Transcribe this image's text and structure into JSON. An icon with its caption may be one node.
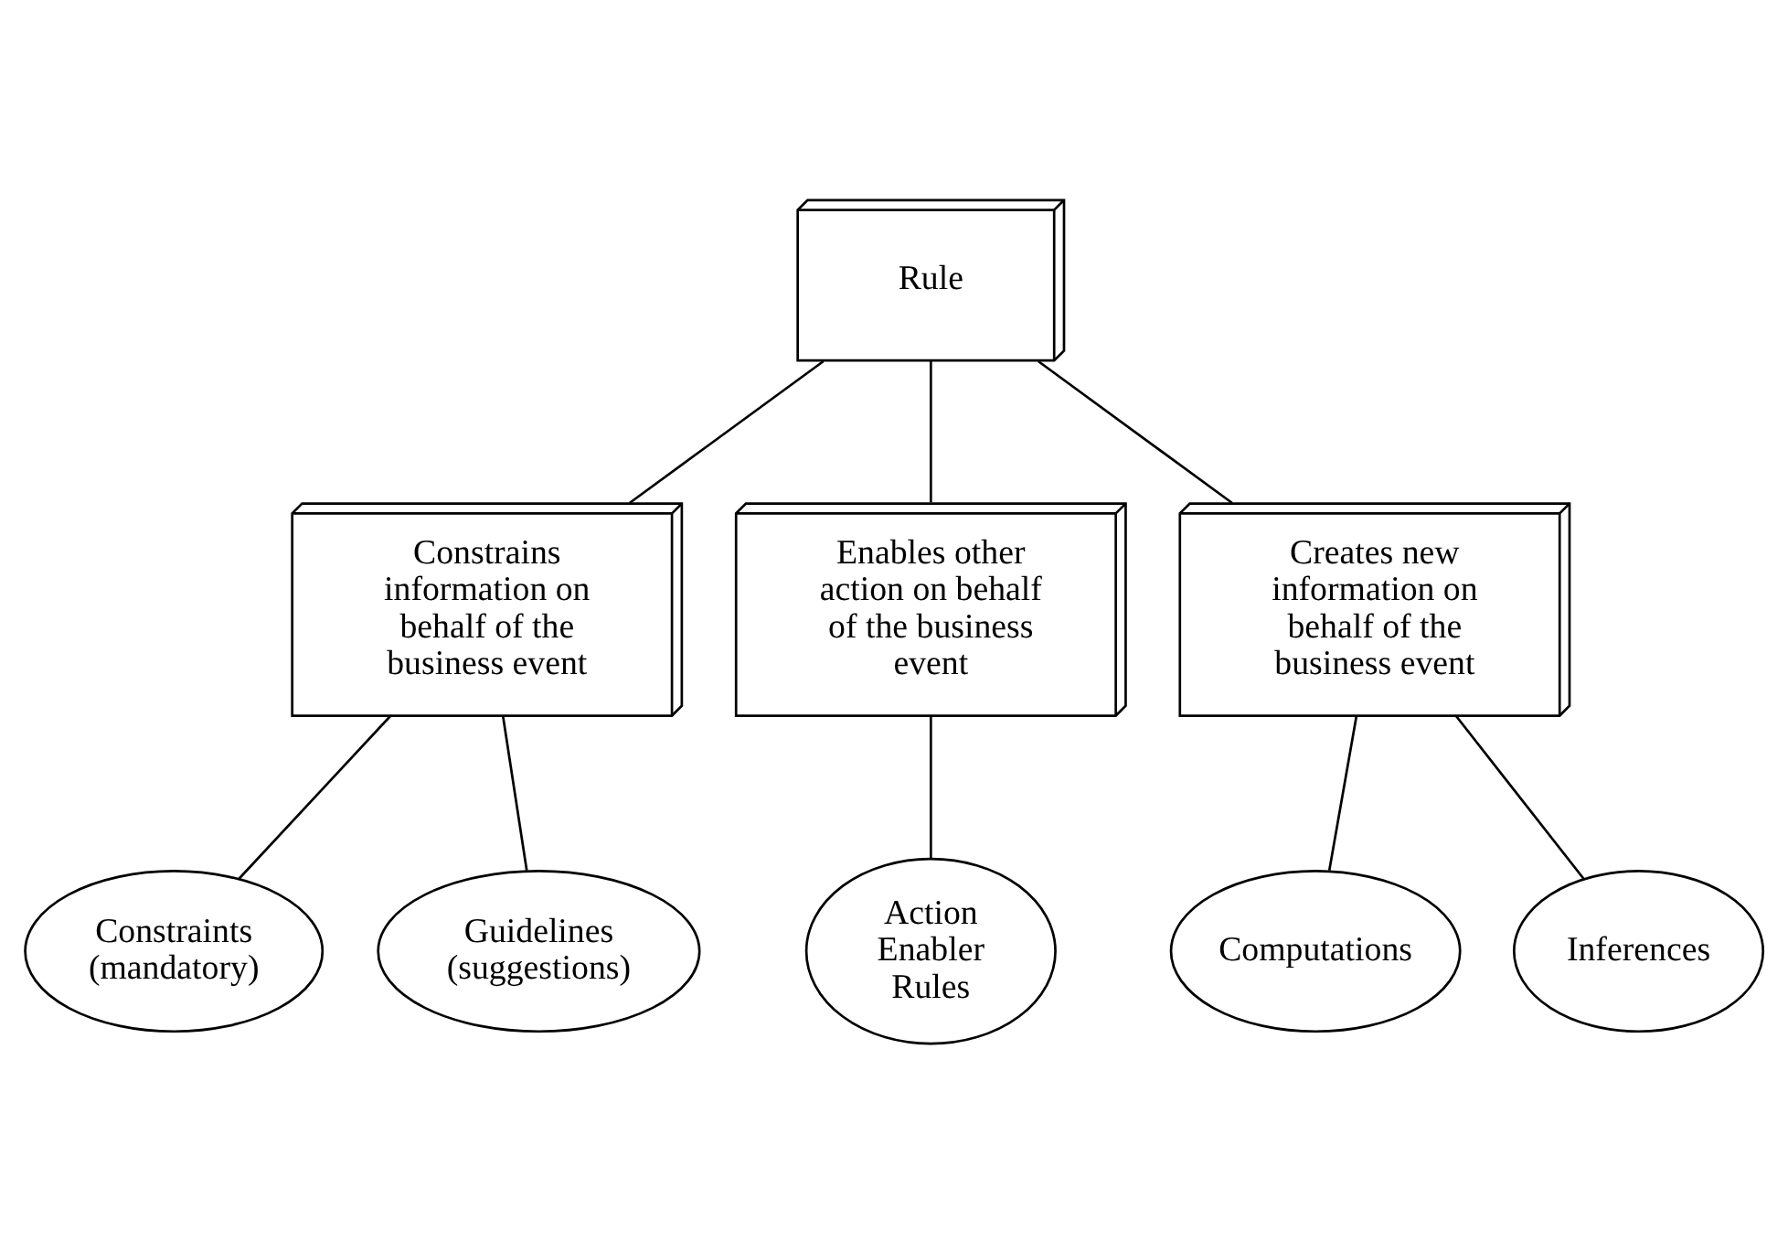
{
  "diagram": {
    "nodes": [
      {
        "text": [
          "Rule"
        ]
      },
      {
        "text": [
          "Constrains information on behalf of the business event"
        ]
      },
      {
        "text": [
          "Enables other action on behalf of the business event"
        ]
      },
      {
        "text": [
          "Creates new information on behalf of the business event"
        ]
      },
      {
        "text": [
          "Constraints (mandatory)"
        ]
      },
      {
        "text": [
          "Guidelines (suggestions)"
        ]
      },
      {
        "text": [
          "Action Enabler Rules"
        ]
      },
      {
        "text": [
          "Computations"
        ]
      },
      {
        "text": [
          "Inferences"
        ]
      }
    ],
    "edges": [
      {
        "from": 0,
        "to": 1,
        "arrow": "none"
      },
      {
        "from": 0,
        "to": 2,
        "arrow": "none"
      },
      {
        "from": 0,
        "to": 3,
        "arrow": "none"
      },
      {
        "from": 1,
        "to": 4,
        "arrow": "none"
      },
      {
        "from": 1,
        "to": 5,
        "arrow": "none"
      },
      {
        "from": 2,
        "to": 6,
        "arrow": "none"
      },
      {
        "from": 3,
        "to": 7,
        "arrow": "none"
      },
      {
        "from": 3,
        "to": 8,
        "arrow": "none"
      }
    ]
  }
}
